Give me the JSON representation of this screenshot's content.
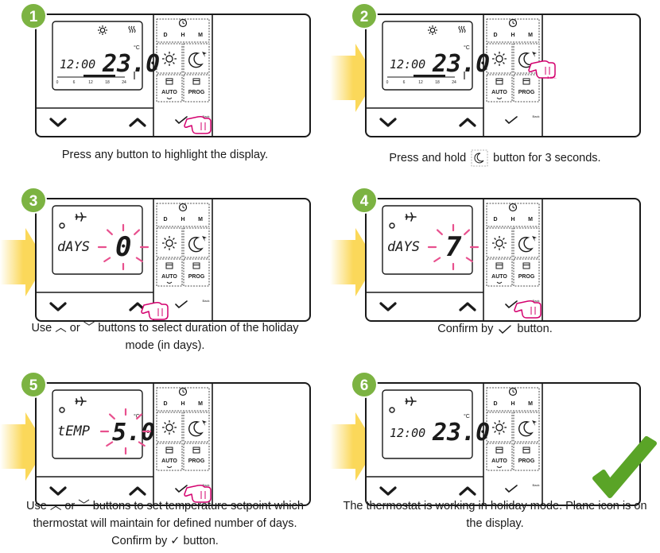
{
  "steps": [
    {
      "number": "1",
      "arrow": false,
      "display": {
        "time": "12:00",
        "big": "23.0",
        "unit": "°C",
        "label": "",
        "sun": true,
        "heat": true,
        "plane": false,
        "bar": true,
        "blink": false
      },
      "press": "ok",
      "caption_lines": [
        "Press any button to highlight the display."
      ]
    },
    {
      "number": "2",
      "arrow": true,
      "display": {
        "time": "12:00",
        "big": "23.0",
        "unit": "°C",
        "label": "",
        "sun": true,
        "heat": true,
        "plane": false,
        "bar": true,
        "blink": false
      },
      "press": "moon",
      "press_badge": "3 sec.",
      "caption_pre": "Press and hold",
      "caption_post": "button for 3 seconds."
    },
    {
      "number": "3",
      "arrow": true,
      "display": {
        "time": "",
        "big": "0",
        "unit": "",
        "label": "dAYS",
        "sun": false,
        "heat": false,
        "plane": true,
        "bar": false,
        "blink": true
      },
      "press": "up",
      "caption_lines": [
        "Use ︿ or ﹀ buttons to select duration of the holiday",
        "mode (in days)."
      ]
    },
    {
      "number": "4",
      "arrow": true,
      "display": {
        "time": "",
        "big": "7",
        "unit": "",
        "label": "dAYS",
        "sun": false,
        "heat": false,
        "plane": true,
        "bar": false,
        "blink": true
      },
      "press": "ok",
      "caption_pre": "Confirm by",
      "caption_post": "button."
    },
    {
      "number": "5",
      "arrow": true,
      "display": {
        "time": "",
        "big": "5.0",
        "unit": "°C",
        "label": "tEMP",
        "sun": false,
        "heat": false,
        "plane": true,
        "bar": false,
        "blink": true
      },
      "press": "ok",
      "caption_lines": [
        "Use ︿ or ﹀ buttons to set temperature setpoint which",
        "thermostat will maintain for defined number of days.",
        "Confirm by ✓ button."
      ]
    },
    {
      "number": "6",
      "arrow": true,
      "display": {
        "time": "12:00",
        "big": "23.0",
        "unit": "°C",
        "label": "",
        "sun": false,
        "heat": false,
        "plane": true,
        "bar": false,
        "blink": false
      },
      "press": "",
      "checkmark": true,
      "caption_lines": [
        "The thermostat is working in holiday mode. Plane icon is on",
        "the display."
      ]
    }
  ],
  "device": {
    "day_keys": [
      "D",
      "H",
      "M"
    ],
    "auto_label": "AUTO",
    "prog_label": "PROG",
    "back_label": "Back",
    "bar_ticks": [
      "0",
      "6",
      "12",
      "18",
      "24"
    ]
  },
  "colors": {
    "badge": "#7cb342",
    "arrow_start": "#fbd85a",
    "arrow_end": "#ffffff",
    "blink": "#e8508e",
    "hand": "#d4006e",
    "check": "#5aa427",
    "outline": "#1a1a1a"
  }
}
